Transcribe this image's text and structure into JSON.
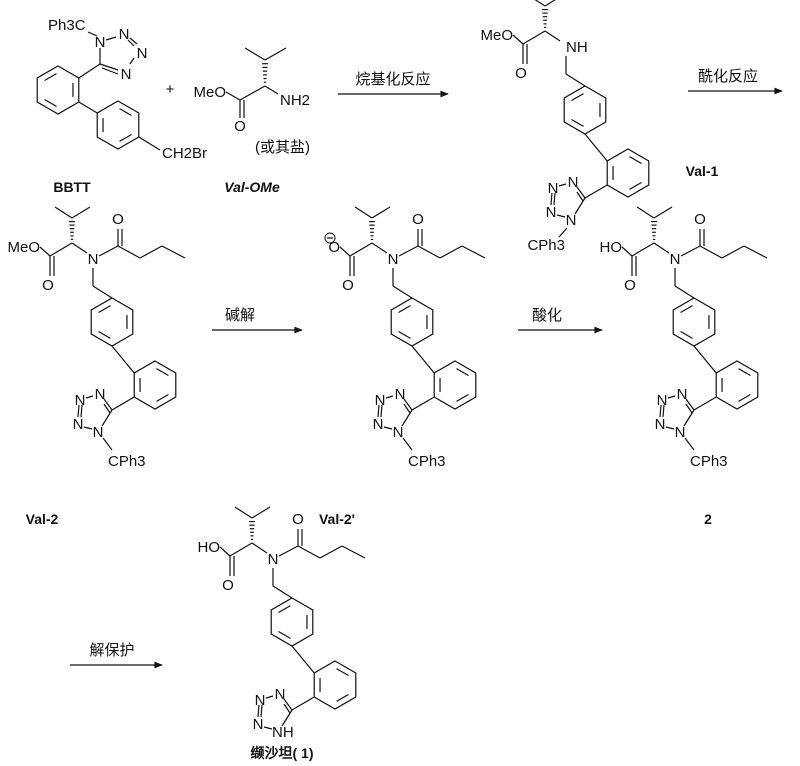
{
  "compounds": {
    "bbtt": {
      "label": "BBTT",
      "trityl": "Ph3C",
      "bromide": "CH2Br",
      "n": "N"
    },
    "val_ome": {
      "label": "Val-OMe",
      "head": "MeO",
      "amine": "NH2",
      "o": "O",
      "note": "(或其盐)"
    },
    "val1": {
      "label": "Val-1",
      "head": "MeO",
      "amine": "NH",
      "o": "O",
      "n": "N",
      "trityl": "CPh3"
    },
    "val2": {
      "label": "Val-2",
      "head": "MeO",
      "amine": "N",
      "o": "O",
      "n": "N",
      "trityl": "CPh3"
    },
    "val2p": {
      "label": "Val-2'",
      "head": "O",
      "charge": "−",
      "amine": "N",
      "o": "O",
      "n": "N",
      "trityl": "CPh3"
    },
    "c2": {
      "label": "2",
      "head": "HO",
      "amine": "N",
      "o": "O",
      "n": "N",
      "trityl": "CPh3"
    },
    "valsartan": {
      "label": "缬沙坦( 1)",
      "head": "HO",
      "amine": "N",
      "o": "O",
      "n": "N",
      "nh": "NH"
    }
  },
  "plus": "+",
  "arrows": [
    {
      "label": "烷基化反应"
    },
    {
      "label": "酰化反应"
    },
    {
      "label": "碱解"
    },
    {
      "label": "酸化"
    },
    {
      "label": "解保护"
    }
  ]
}
